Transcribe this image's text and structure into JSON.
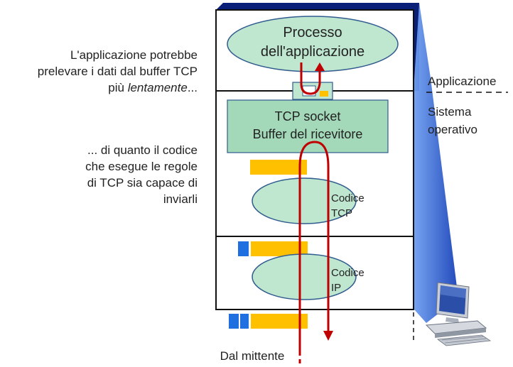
{
  "diagram": {
    "title_box": {
      "line1": "Processo",
      "line2": "dell'applicazione"
    },
    "socket_box": {
      "line1": "TCP socket",
      "line2": "Buffer del ricevitore"
    },
    "tcp_code": {
      "line1": "Codice",
      "line2": "TCP"
    },
    "ip_code": {
      "line1": "Codice",
      "line2": "IP"
    },
    "bottom_label": "Dal mittente",
    "layer_labels": {
      "application": "Applicazione",
      "os_line1": "Sistema",
      "os_line2": "operativo"
    },
    "notes": {
      "top_line1": "L'applicazione potrebbe",
      "top_line2": "prelevare i dati dal buffer TCP",
      "top_line3_prefix": "più ",
      "top_line3_emph": "lentamente",
      "top_line3_suffix": "...",
      "mid_line1": "... di quanto il codice",
      "mid_line2": "che esegue le regole",
      "mid_line3": "di TCP sia capace di",
      "mid_line4": "inviarli"
    }
  },
  "colors": {
    "ellipse_fill": "#bfe6cf",
    "box_fill": "#a3d9b9",
    "segment_yellow": "#ffc000",
    "segment_blue": "#1f6fe0",
    "arrow_red": "#c00000",
    "navy": "#0a1f78",
    "shade_blue": "#4f86e8"
  }
}
